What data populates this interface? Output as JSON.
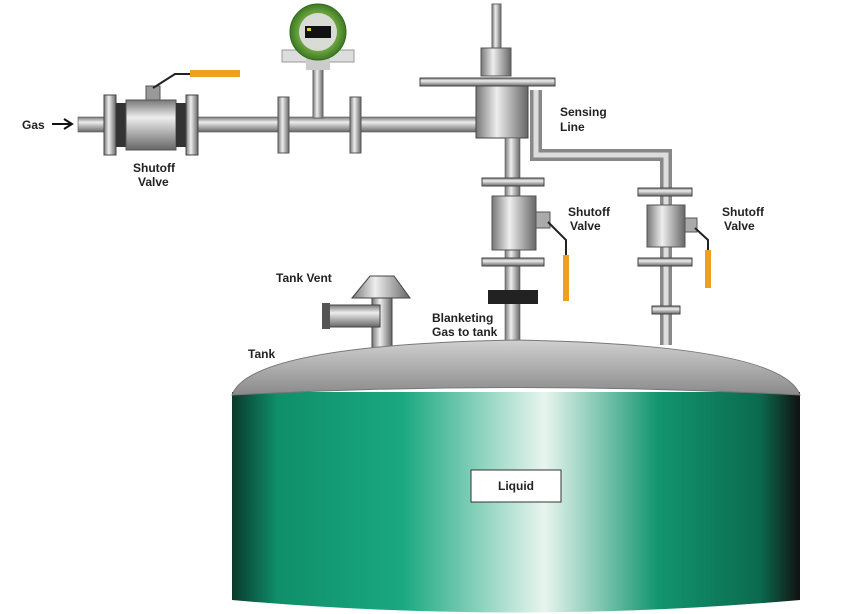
{
  "labels": {
    "gas": "Gas",
    "shutoff_left_1": "Shutoff",
    "shutoff_left_2": "Valve",
    "sensing_1": "Sensing",
    "sensing_2": "Line",
    "shutoff_mid_1": "Shutoff",
    "shutoff_mid_2": "Valve",
    "shutoff_right_1": "Shutoff",
    "shutoff_right_2": "Valve",
    "tank_vent": "Tank Vent",
    "blanketing_1": "Blanketing",
    "blanketing_2": "Gas to tank",
    "tank": "Tank",
    "liquid": "Liquid"
  },
  "colors": {
    "tank_green": "#0f8f6a",
    "meter_green": "#4a8a2a",
    "handle": "#f0a020"
  }
}
